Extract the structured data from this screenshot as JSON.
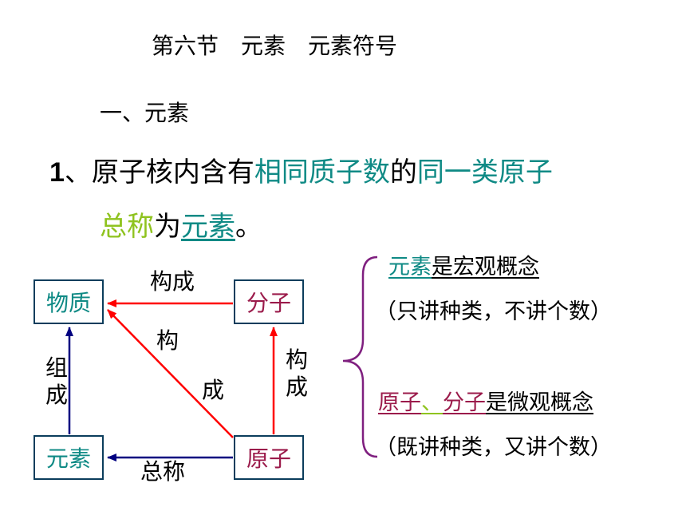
{
  "title": "第六节　元素　元素符号",
  "section": "一、元素",
  "definition": {
    "number": "1",
    "part1": "、原子核内含有",
    "part2": "相同质子数",
    "part3": "的",
    "part4": "同一类原子",
    "part5": "总称",
    "part6": "为",
    "part7": "元素",
    "part8": "。"
  },
  "diagram": {
    "box_substance": "物质",
    "box_molecule": "分子",
    "box_element": "元素",
    "box_atom": "原子",
    "label_top": "构成",
    "label_diag_1": "构",
    "label_diag_2": "成",
    "label_left_1": "组",
    "label_left_2": "成",
    "label_right_1": "构",
    "label_right_2": "成",
    "label_bottom": "总称"
  },
  "notes": {
    "macro_a": "元素",
    "macro_b": "是宏观概念",
    "macro_detail": "（只讲种类，不讲个数）",
    "micro_a": "原子",
    "micro_sep": "、",
    "micro_b": "分子",
    "micro_c": "是微观概念",
    "micro_detail": "（既讲种类，又讲个数）"
  },
  "colors": {
    "teal": "#0f8a85",
    "green": "#8fc31f",
    "maroon": "#9b1b4b",
    "red": "#ff0000",
    "navy": "#000080",
    "purple": "#7f1f7f",
    "box_border": "#0b3d5c"
  }
}
